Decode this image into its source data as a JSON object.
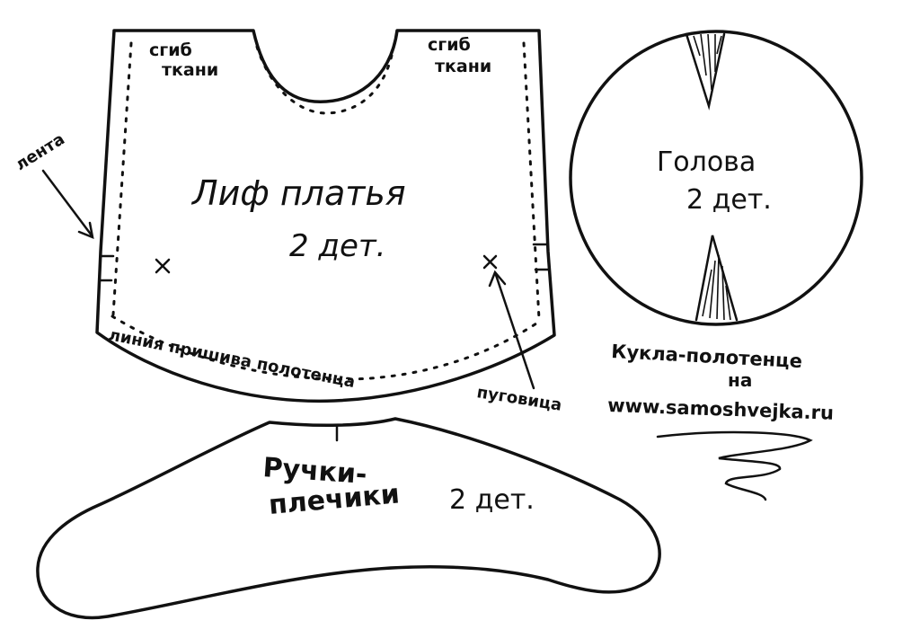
{
  "bodice": {
    "fold_left_line1": "сгиб",
    "fold_left_line2": "ткани",
    "fold_right_line1": "сгиб",
    "fold_right_line2": "ткани",
    "title": "Лиф платья",
    "count": "2 дет.",
    "ribbon_label": "лента",
    "seam_label": "линия пришива полотенца",
    "button_label": "пуговица"
  },
  "head": {
    "title": "Голова",
    "count": "2 дет."
  },
  "arms": {
    "title_line1": "Ручки-",
    "title_line2": "плечики",
    "count": "2 дет."
  },
  "credit": {
    "line1": "Кукла-полотенце",
    "line2": "на",
    "line3": "www.samoshvejka.ru"
  }
}
